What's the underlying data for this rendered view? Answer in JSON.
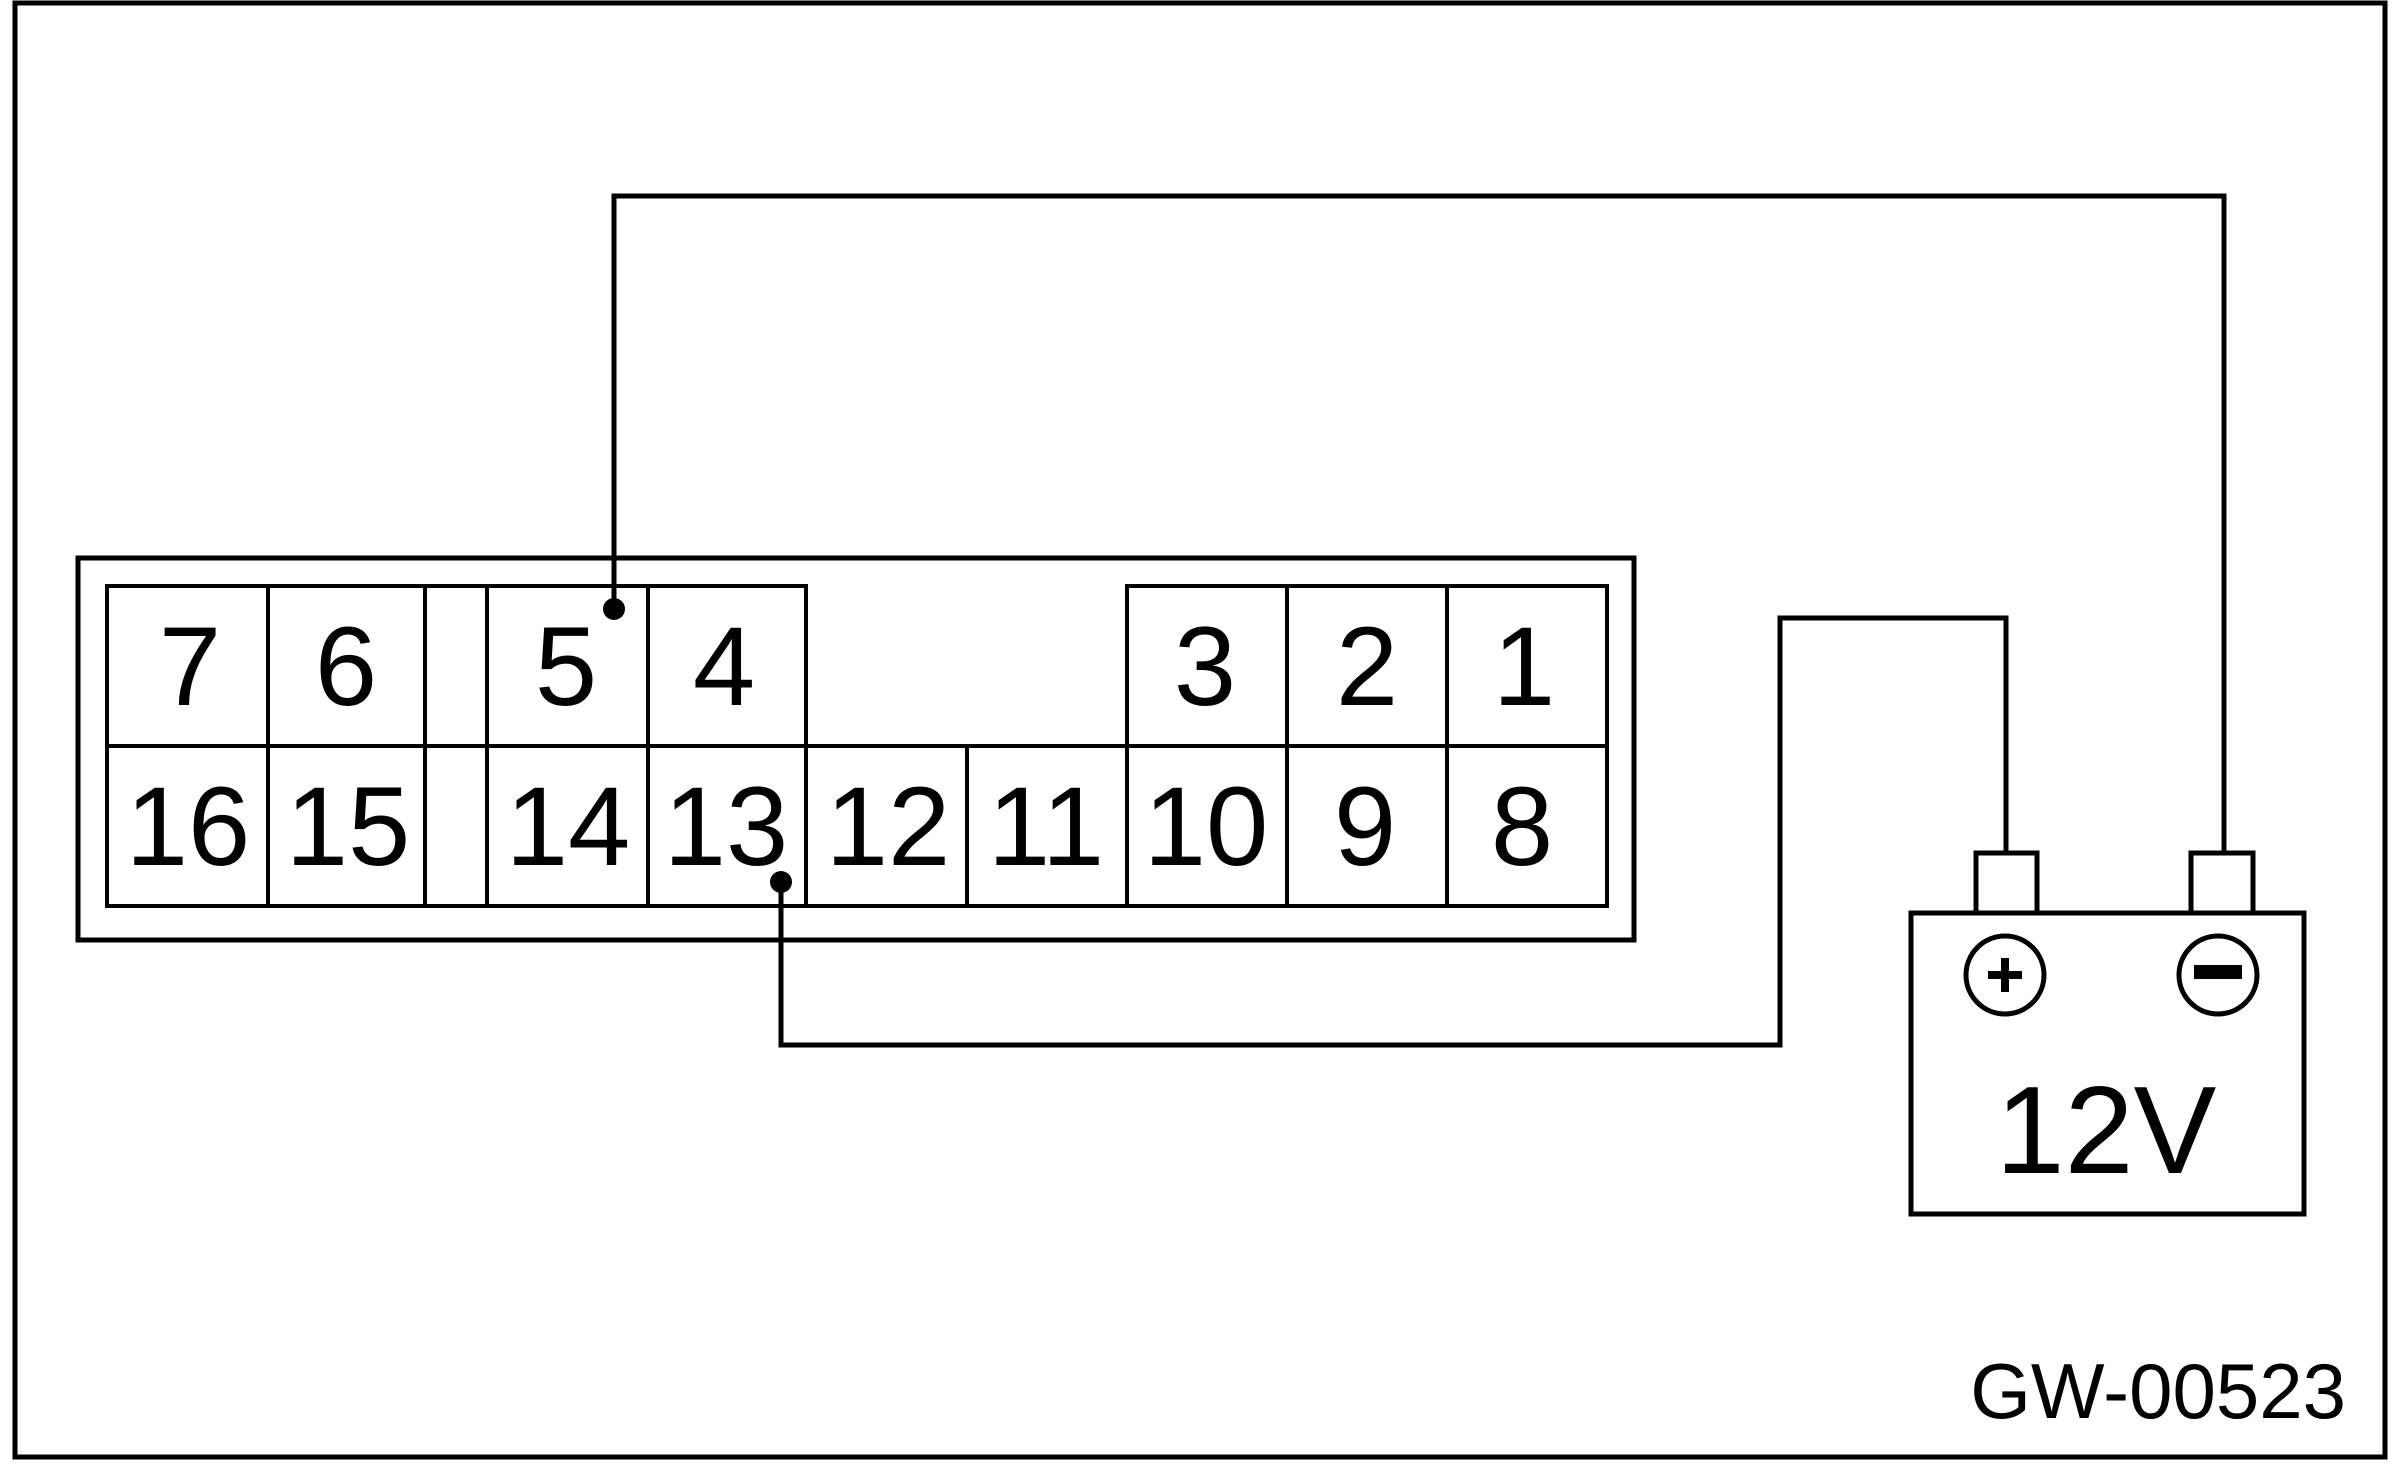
{
  "connector": {
    "top_row": [
      "7",
      "6",
      "5",
      "4",
      "3",
      "2",
      "1"
    ],
    "bottom_row": [
      "16",
      "15",
      "14",
      "13",
      "12",
      "11",
      "10",
      "9",
      "8"
    ]
  },
  "battery": {
    "label": "12V",
    "positive_symbol": "+",
    "negative_symbol": "−"
  },
  "figure_code": "GW-00523",
  "wiring": [
    {
      "from_pin": "5",
      "to": "battery negative terminal"
    },
    {
      "from_pin": "13",
      "to": "battery positive terminal"
    }
  ]
}
